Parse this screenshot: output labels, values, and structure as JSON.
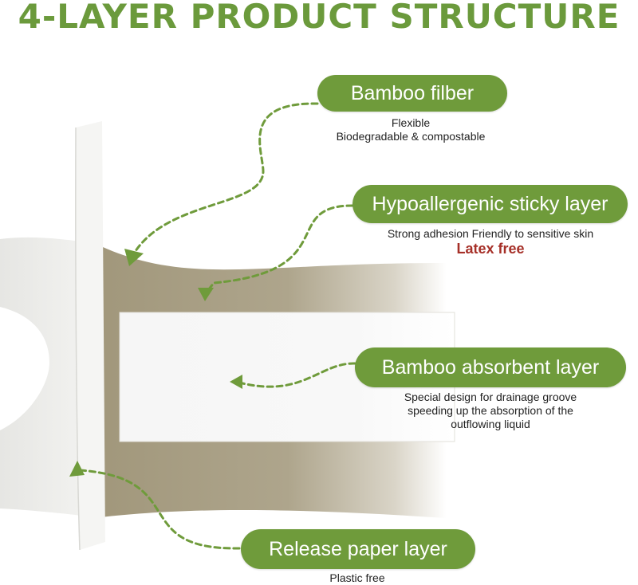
{
  "title": "4-LAYER PRODUCT STRUCTURE",
  "layers": [
    {
      "label": "Bamboo filber",
      "lines": [
        "Flexible",
        "Biodegradable & compostable"
      ]
    },
    {
      "label": "Hypoallergenic sticky layer",
      "lines": [
        "Strong adhesion Friendly to sensitive skin"
      ],
      "highlight": "Latex free"
    },
    {
      "label": "Bamboo absorbent layer",
      "lines": [
        "Special design for drainage groove",
        "speeding up the absorption of the",
        "outflowing liquid"
      ]
    },
    {
      "label": "Release paper layer",
      "lines": [
        "Plastic free"
      ]
    }
  ],
  "colors": {
    "accent_green": "#6f9b3b",
    "title_green": "#6b9a3c",
    "latex_red": "#a63028",
    "adhesive_tan": "#a49a7e",
    "pad_white": "#f7f7f7"
  }
}
